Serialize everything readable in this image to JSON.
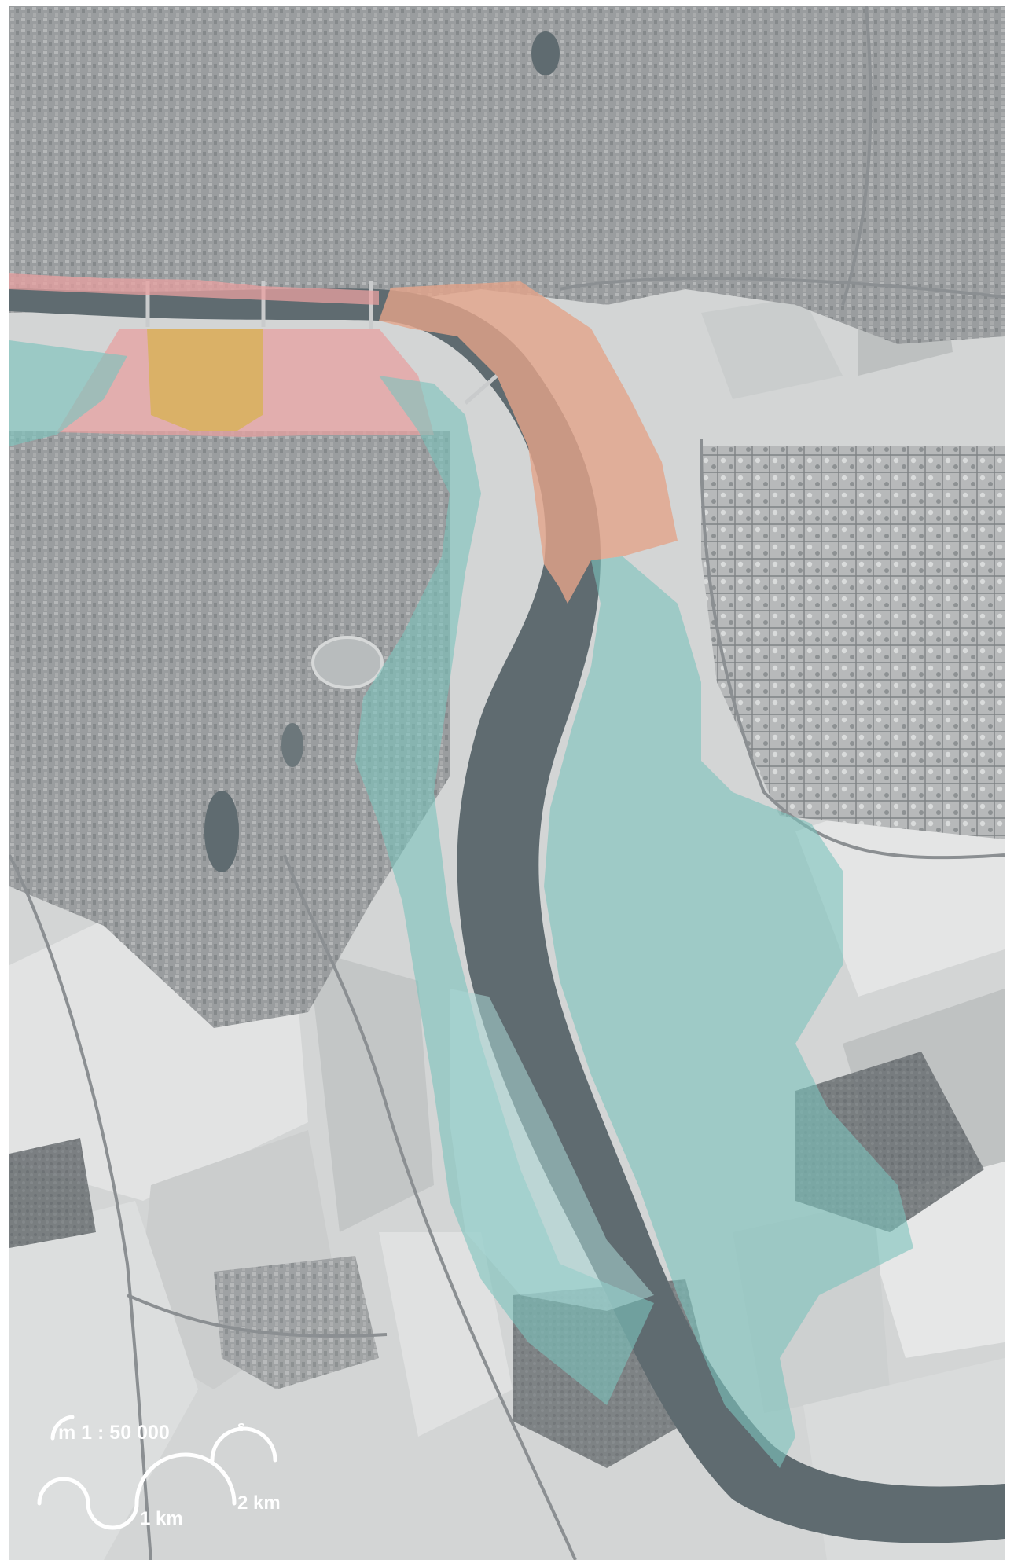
{
  "colors": {
    "urban": "#9a9d9f",
    "urban_dark": "#7f8386",
    "fields": "#d3d5d5",
    "fields_light": "#e2e3e3",
    "river": "#5f6b70",
    "zone_red": "#e8a0a0",
    "zone_orange": "#e3a48a",
    "zone_yellow": "#d8b15a",
    "zone_teal": "#7cc3bd",
    "zone_teal_light": "#a9d7d5",
    "scale": "#ffffff"
  },
  "scale": {
    "ratio": "m 1 : 50 000",
    "north": "s",
    "tick_1": "1 km",
    "tick_2": "2 km"
  }
}
